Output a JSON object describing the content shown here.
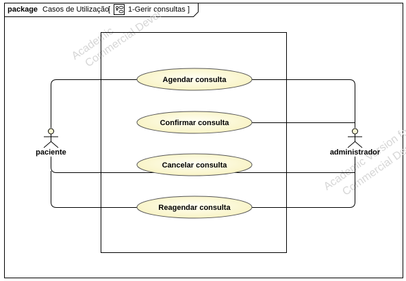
{
  "frame": {
    "keyword": "package",
    "name": "Casos de Utilização",
    "diagram_ref": "1-Gerir consultas"
  },
  "actors": {
    "left": "paciente",
    "right": "administrador"
  },
  "use_cases": [
    "Agendar consulta",
    "Confirmar consulta",
    "Cancelar consulta",
    "Reagendar consulta"
  ],
  "watermarks": [
    {
      "line1": "Academic",
      "line2": "Commercial Devel"
    },
    {
      "line1": "Academic Version for",
      "line2": "Commercial Develo"
    }
  ],
  "colors": {
    "usecase_fill": "#fbf8d2",
    "usecase_fill_light": "#ffffee",
    "usecase_stroke": "#555555",
    "actor_fill": "#fbf8d2",
    "line": "#000000",
    "watermark": "#d6d6d6"
  },
  "icons": {
    "diagram_ref_icon": "use-case-diagram-icon"
  }
}
